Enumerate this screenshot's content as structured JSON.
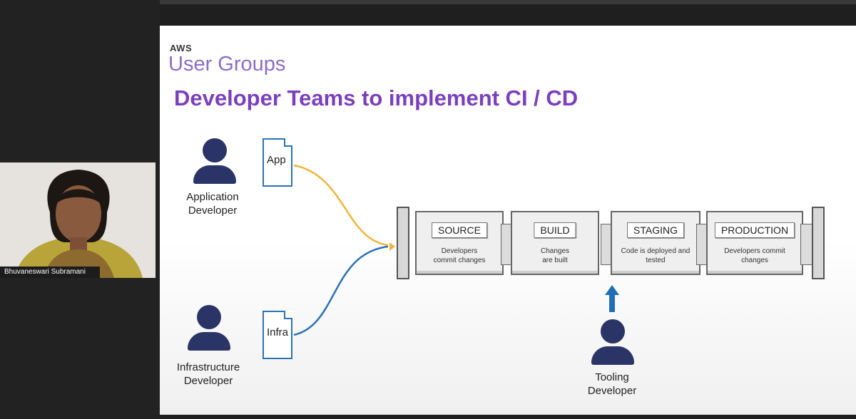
{
  "meeting": {
    "participant_name": "Bhuvaneswari Subramani"
  },
  "slide": {
    "brand_top": "AWS",
    "brand_bottom": "User Groups",
    "title": "Developer Teams to implement CI / CD",
    "roles": {
      "app_developer": [
        "Application",
        "Developer"
      ],
      "infra_developer": [
        "Infrastructure",
        "Developer"
      ],
      "tooling_developer": [
        "Tooling",
        "Developer"
      ]
    },
    "documents": {
      "app": "App",
      "infra": "Infra"
    },
    "stages": [
      {
        "name": "SOURCE",
        "desc1": "Developers",
        "desc2": "commit changes"
      },
      {
        "name": "BUILD",
        "desc1": "Changes",
        "desc2": "are built"
      },
      {
        "name": "STAGING",
        "desc1": "Code is deployed and",
        "desc2": "tested"
      },
      {
        "name": "PRODUCTION",
        "desc1": "Developers commit",
        "desc2": "changes"
      }
    ],
    "colors": {
      "title": "#7b3fbd",
      "brand": "#8a6dc9",
      "person": "#2a3467",
      "app_curve": "#f0b43a",
      "infra_curve": "#2b73b5",
      "arrow": "#1f6fb6"
    }
  }
}
